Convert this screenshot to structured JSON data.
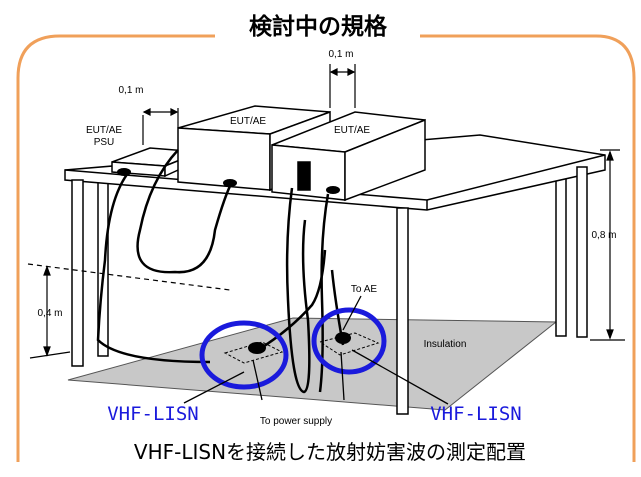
{
  "title": "検討中の規格",
  "caption": "VHF-LISNを接続した放射妨害波の測定配置",
  "labels": {
    "eut_ae_psu_line1": "EUT/AE",
    "eut_ae_psu_line2": "PSU",
    "eut_ae_middle": "EUT/AE",
    "eut_ae_right": "EUT/AE",
    "dist_01_left": "0,1 m",
    "dist_01_top": "0,1 m",
    "height_08": "0,8 m",
    "height_04": "0,4 m",
    "to_ae": "To AE",
    "insulation": "Insulation",
    "to_power_supply": "To power supply",
    "vhf_lisn_left": "VHF-LISN",
    "vhf_lisn_right": "VHF-LISN"
  },
  "colors": {
    "frame": "#f0a05a",
    "highlight_ring": "#1a1adc",
    "vhf_text": "#1a1adc",
    "ground_plane": "#c8c8c8"
  }
}
